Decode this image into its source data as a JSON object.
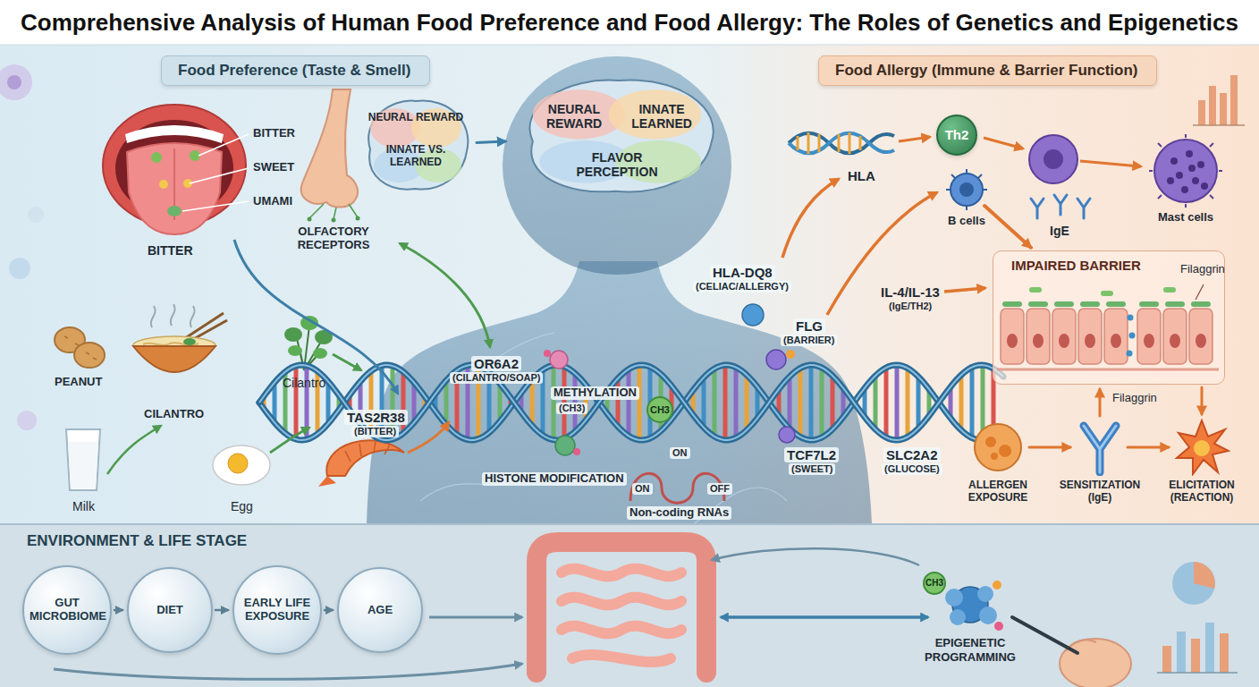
{
  "diagram": {
    "title": "Comprehensive Analysis of Human Food Preference and Food Allergy: The Roles of Genetics and Epigenetics",
    "nodes": [
      {
        "text": [
          "Food Preference (Taste & Smell)"
        ]
      },
      {
        "text": [
          "NEURAL REWARD",
          "INNATE VS. LEARNED"
        ]
      },
      {
        "text": [
          "NEURAL REWARD",
          "INNATE LEARNED",
          "FLAVOR PERCEPTION"
        ]
      },
      {
        "text": [
          "Food Allergy (Immune & Barrier Function)"
        ]
      },
      {
        "text": [
          "Th2"
        ]
      },
      {
        "text": [
          "B cells"
        ]
      },
      {
        "text": [
          "Mast cells"
        ]
      },
      {
        "text": [
          "IMPAIRED BARRIER"
        ]
      },
      {
        "text": [
          "ALLERGEN EXPOSURE"
        ]
      },
      {
        "text": [
          "SENSITIZATION (IgE)"
        ]
      },
      {
        "text": [
          "ELICITATION (REACTION)"
        ]
      },
      {
        "text": [
          "ENVIRONMENT & LIFE STAGE"
        ]
      },
      {
        "text": [
          "GUT MICROBIOME"
        ],
        "in": 11
      },
      {
        "text": [
          "DIET"
        ],
        "in": 11
      },
      {
        "text": [
          "EARLY LIFE EXPOSURE"
        ],
        "in": 11
      },
      {
        "text": [
          "AGE"
        ],
        "in": 11
      },
      {
        "text": [
          "EPIGENETIC PROGRAMMING"
        ],
        "in": 11
      }
    ],
    "edges": [
      {
        "from": 1,
        "to": 2,
        "arrow": "to"
      },
      {
        "from": 5,
        "to": 7,
        "arrow": "to"
      },
      {
        "from": 8,
        "to": 9,
        "arrow": "to"
      },
      {
        "from": 9,
        "to": 10,
        "arrow": "to"
      },
      {
        "from": 9,
        "to": 7,
        "arrow": "to"
      },
      {
        "from": 7,
        "to": 10,
        "arrow": "to"
      },
      {
        "from": 12,
        "to": 13,
        "arrow": "to"
      },
      {
        "from": 13,
        "to": 14,
        "arrow": "to"
      },
      {
        "from": 14,
        "to": 15,
        "arrow": "to"
      }
    ],
    "labels": [
      "BITTER",
      "SWEET",
      "UMAMI",
      "BITTER",
      "OLFACTORY RECEPTORS",
      "PEANUT",
      "CILANTRO",
      "Cilantro",
      "Milk",
      "Egg",
      "TAS2R38",
      "(BITTER)",
      "OR6A2",
      "(CILANTRO/SOAP)",
      "METHYLATION",
      "(CH3)",
      "CH3",
      "HISTONE MODIFICATION",
      "ON",
      "ON",
      "OFF",
      "Non-coding RNAs",
      "HLA",
      "HLA-DQ8",
      "(CELIAC/ALLERGY)",
      "FLG",
      "(BARRIER)",
      "IL-4/IL-13",
      "(IgE/TH2)",
      "TCF7L2",
      "(SWEET)",
      "SLC2A2",
      "(GLUCOSE)",
      "IgE",
      "Filaggrin",
      "Filaggrin",
      "CH3"
    ]
  }
}
